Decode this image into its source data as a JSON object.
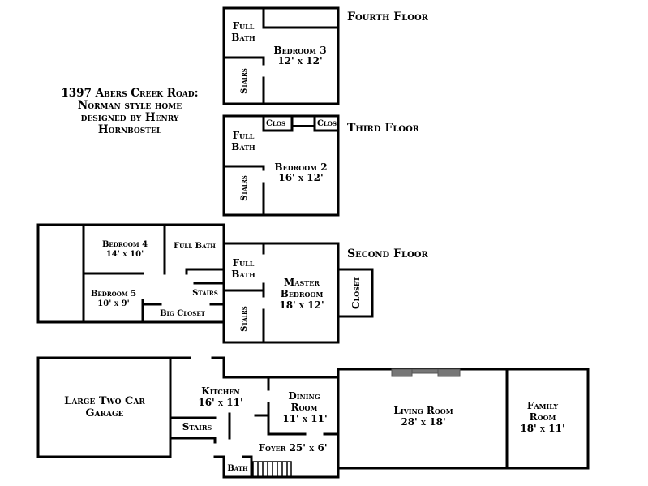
{
  "title_lines": [
    "1397 Abers Creek Road:",
    "Norman style home",
    "designed by Henry",
    "Hornbostel"
  ],
  "floors": {
    "fourth": "Fourth Floor",
    "third": "Third Floor",
    "second": "Second Floor"
  },
  "rooms": {
    "fourth_full_bath": [
      "Full",
      "Bath"
    ],
    "fourth_bedroom3": [
      "Bedroom 3",
      "12' x 12'"
    ],
    "fourth_stairs": "Stairs",
    "third_clos_left": "Clos",
    "third_clos_right": "Clos",
    "third_full_bath": [
      "Full",
      "Bath"
    ],
    "third_bedroom2": [
      "Bedroom 2",
      "16' x 12'"
    ],
    "third_stairs": "Stairs",
    "second_bedroom4": [
      "Bedroom 4",
      "14' x 10'"
    ],
    "second_full_bath_small": "Full Bath",
    "second_full_bath": [
      "Full",
      "Bath"
    ],
    "second_bedroom5": [
      "Bedroom 5",
      "10' x 9'"
    ],
    "second_stairs_h": "Stairs",
    "second_big_closet": "Big Closet",
    "second_master": [
      "Master",
      "Bedroom",
      "18' x 12'"
    ],
    "second_stairs_v": "Stairs",
    "second_closet": "Closet",
    "first_garage": [
      "Large Two Car",
      "Garage"
    ],
    "first_kitchen": [
      "Kitchen",
      "16' x 11'"
    ],
    "first_stairs": "Stairs",
    "first_dining": [
      "Dining",
      "Room",
      "11' x 11'"
    ],
    "first_living": [
      "Living Room",
      "28' x 18'"
    ],
    "first_family": [
      "Family",
      "Room",
      "18' x 11'"
    ],
    "first_foyer": "Foyer 25' x 6'",
    "first_bath": "Bath"
  }
}
